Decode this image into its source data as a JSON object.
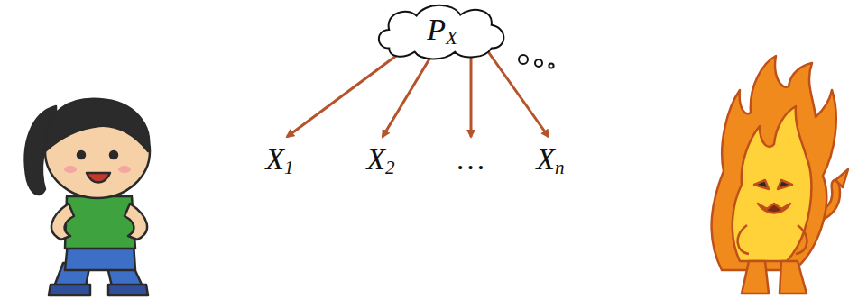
{
  "diagram": {
    "nodes": [
      {
        "text": [
          "PX"
        ]
      }
    ],
    "labels": [
      "X1",
      "X2",
      "…",
      "Xn"
    ]
  }
}
